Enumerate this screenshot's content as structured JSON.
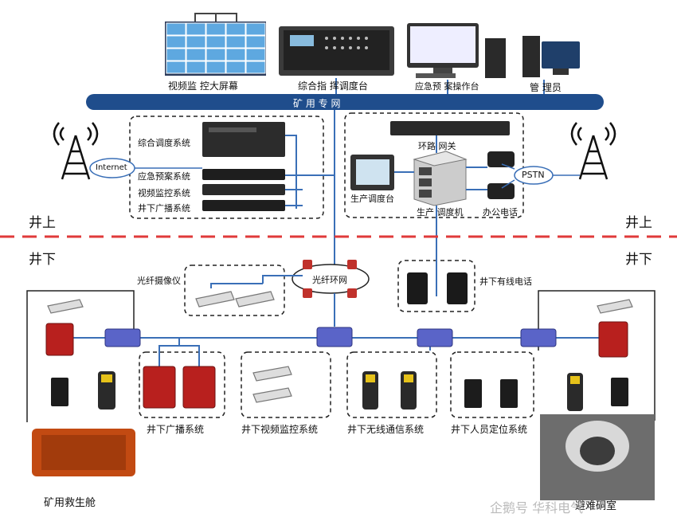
{
  "network": {
    "label": "矿 用 专 网"
  },
  "top_devices": {
    "video_wall": "视频监 控大屏幕",
    "dispatch_console": "综合指 挥调度台",
    "emergency_console": "应急预 案操作台",
    "admin": "管 理员"
  },
  "left_rack": {
    "items": [
      "综合调度系统",
      "应急预案系统",
      "视频监控系统",
      "井下广播系统"
    ]
  },
  "internet": "Internet",
  "right_group": {
    "gateway": "环路 网关",
    "production_console": "生产调度台",
    "dispatcher": "生产 调度机",
    "office_phone": "办公电话",
    "pstn": "PSTN"
  },
  "boundary": {
    "above": "井上",
    "below": "井下"
  },
  "underground": {
    "fiber_camera": "光纤摄像仪",
    "fiber_ring": "光纤环网",
    "wired_phone": "井下有线电话",
    "broadcast": "井下广播系统",
    "video": "井下视频监控系统",
    "wireless": "井下无线通信系统",
    "positioning": "井下人员定位系统",
    "rescue_capsule": "矿用救生舱",
    "refuge_chamber": "避难硐室"
  },
  "watermark": "企鹅号 华科电气",
  "colors": {
    "network_blue": "#1f4d8c",
    "line_blue": "#3a6fb7",
    "boundary_red": "#e03a3a",
    "device_red": "#b8201e",
    "switch_blue": "#5a64c8"
  }
}
